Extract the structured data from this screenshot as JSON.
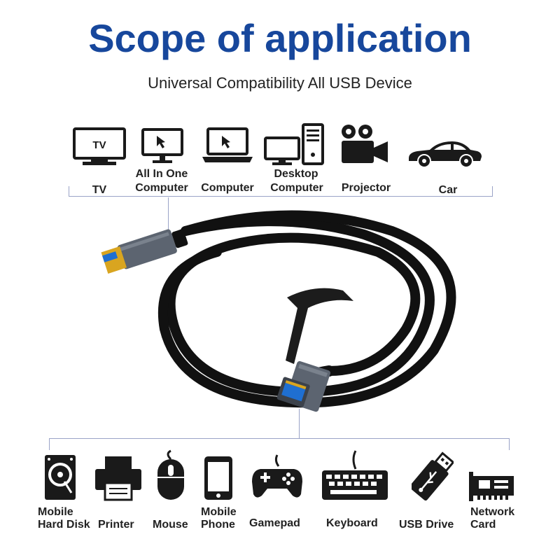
{
  "header": {
    "title": "Scope of application",
    "subtitle": "Universal Compatibility All USB Device"
  },
  "top_devices": [
    {
      "label": "TV",
      "icon": "tv-icon",
      "screen_text": "TV"
    },
    {
      "label": "All In One Computer",
      "line1": "All In One",
      "line2": "Computer",
      "icon": "all-in-one-computer-icon"
    },
    {
      "label": "Computer",
      "icon": "laptop-icon"
    },
    {
      "label": "Desktop Computer",
      "line1": "Desktop",
      "line2": "Computer",
      "icon": "desktop-computer-icon"
    },
    {
      "label": "Projector",
      "icon": "projector-icon"
    },
    {
      "label": "Car",
      "icon": "car-icon"
    }
  ],
  "bottom_devices": [
    {
      "label": "Mobile Hard Disk",
      "line1": "Mobile",
      "line2": "Hard Disk",
      "icon": "hard-disk-icon"
    },
    {
      "label": "Printer",
      "icon": "printer-icon"
    },
    {
      "label": "Mouse",
      "icon": "mouse-icon"
    },
    {
      "label": "Mobile Phone",
      "line1": "Mobile",
      "line2": "Phone",
      "icon": "mobile-phone-icon"
    },
    {
      "label": "Gamepad",
      "icon": "gamepad-icon"
    },
    {
      "label": "Keyboard",
      "icon": "keyboard-icon"
    },
    {
      "label": "USB Drive",
      "icon": "usb-drive-icon"
    },
    {
      "label": "Network Card",
      "line1": "Network",
      "line2": "Card",
      "icon": "network-card-icon"
    }
  ],
  "colors": {
    "title": "#17479c",
    "bracket": "#9aa3c7",
    "icon": "#1a1a1a",
    "cable": "#111111",
    "connector_shell": "#5c6470",
    "usb_insert": "#1f6fd1",
    "gold_contacts": "#d9a520"
  }
}
